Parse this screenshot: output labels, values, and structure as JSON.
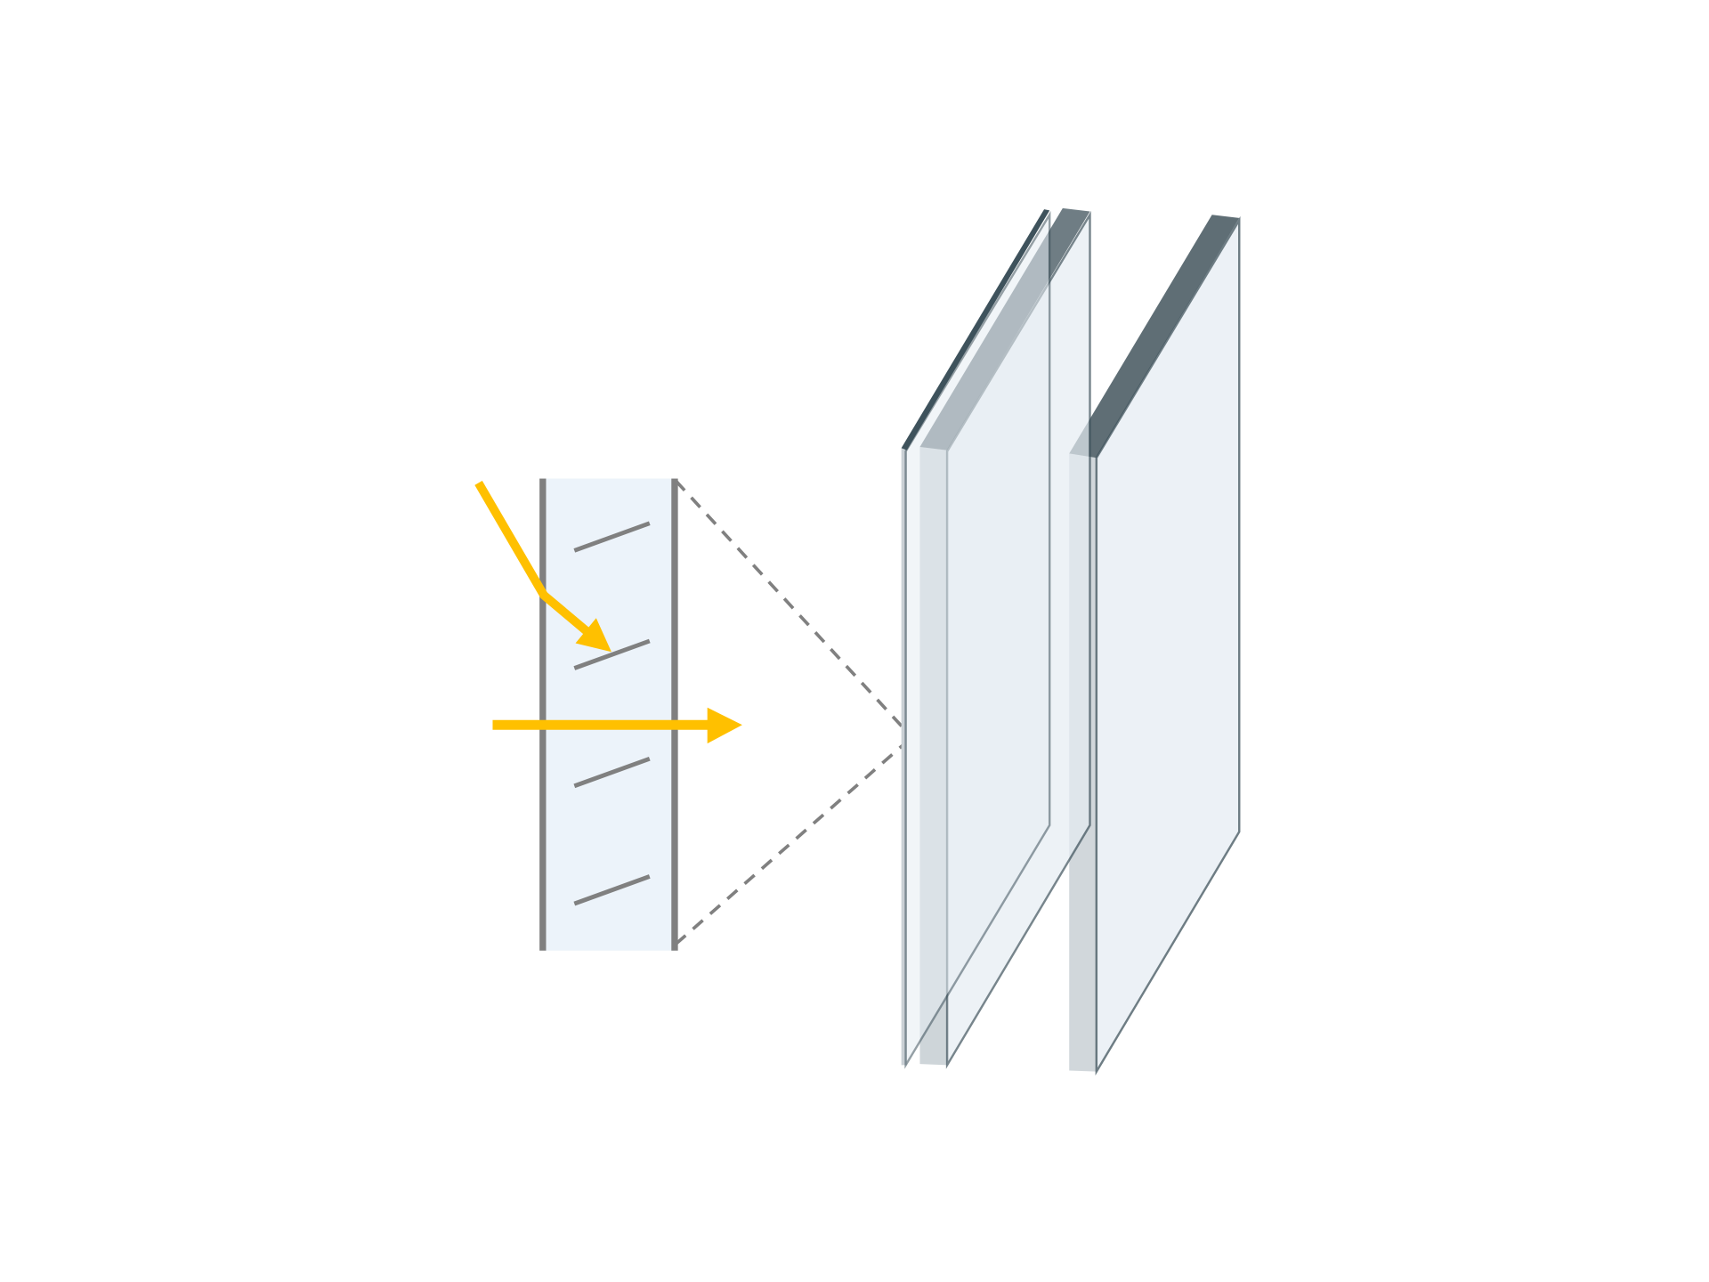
{
  "diagram": {
    "colors": {
      "background": "#FFFFFF",
      "panel_fill": "#ECF3FA",
      "frame_gray": "#808080",
      "light_ray": "#FFC000",
      "glass_face": "#E6EDF3",
      "glass_side": "#C9D0D5",
      "glass_top": "#56666E",
      "glass_edge": "#3E525C"
    },
    "components": [
      {
        "name": "louvre-blind-section",
        "slat_count": 4
      },
      {
        "name": "incident-light-ray",
        "shape": "angled-arrow"
      },
      {
        "name": "transmitted-light-ray",
        "shape": "straight-arrow"
      },
      {
        "name": "magnification-dashed-lines"
      },
      {
        "name": "glass-panes",
        "count": 3
      }
    ]
  }
}
